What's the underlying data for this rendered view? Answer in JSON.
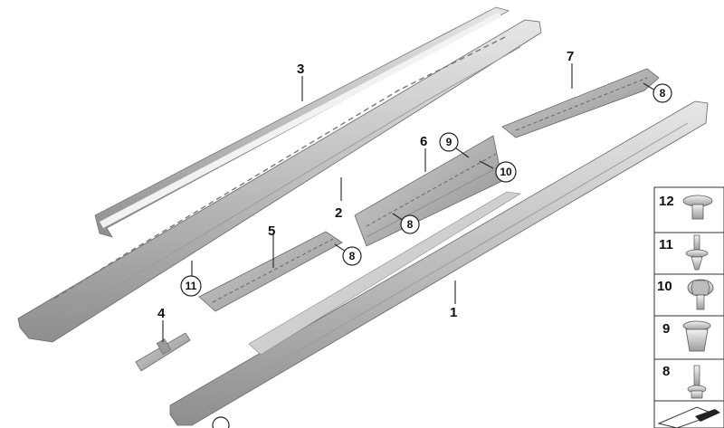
{
  "callouts": {
    "c1": "1",
    "c2": "2",
    "c3": "3",
    "c4": "4",
    "c5": "5",
    "c6": "6",
    "c7": "7"
  },
  "circled": {
    "c8a": "8",
    "c8b": "8",
    "c8c": "8",
    "c9": "9",
    "c10": "10",
    "c11": "11"
  },
  "legend": {
    "items": [
      "12",
      "11",
      "10",
      "9",
      "8"
    ]
  }
}
